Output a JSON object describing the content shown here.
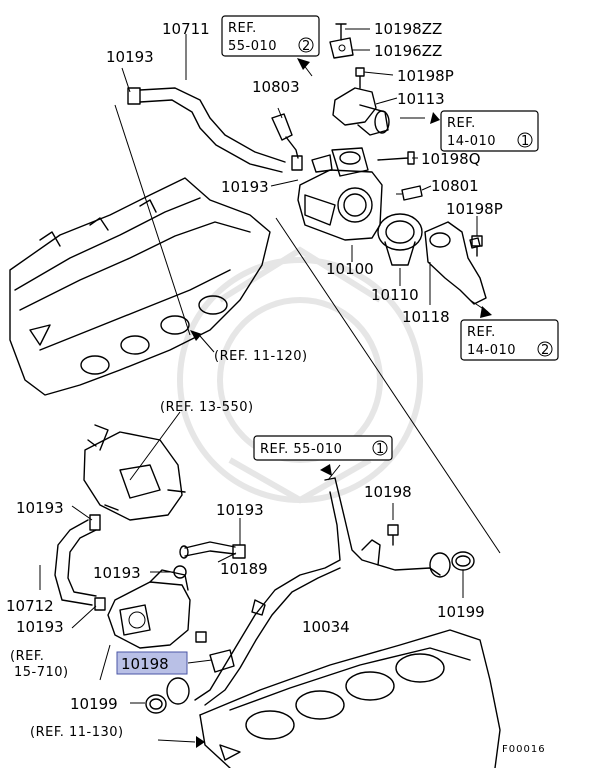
{
  "diagram_code": "F00016",
  "highlight_color": "#b9c0e6",
  "refs": [
    {
      "id": "ref_55_010_2",
      "line1": "REF.",
      "line2": "55-010",
      "circle": "2"
    },
    {
      "id": "ref_14_010_1",
      "line1": "REF.",
      "line2": "14-010",
      "circle": "1"
    },
    {
      "id": "ref_14_010_2",
      "line1": "REF.",
      "line2": "14-010",
      "circle": "2"
    },
    {
      "id": "ref_55_010_1",
      "line1": "REF. 55-010",
      "circle": "1"
    }
  ],
  "plain_refs": {
    "ref_11_120": "(REF. 11-120)",
    "ref_13_550": "(REF. 13-550)",
    "ref_15_710_a": "(REF.",
    "ref_15_710_b": "15-710)",
    "ref_11_130": "(REF. 11-130)"
  },
  "labels": {
    "p10711": "10711",
    "p10193_top": "10193",
    "p10803": "10803",
    "p10193_mid": "10193",
    "p10198ZZ": "10198ZZ",
    "p10196ZZ": "10196ZZ",
    "p10198P_top": "10198P",
    "p10113": "10113",
    "p10198Q": "10198Q",
    "p10801": "10801",
    "p10198P_mid": "10198P",
    "p10100": "10100",
    "p10110": "10110",
    "p10118": "10118",
    "p10193_left": "10193",
    "p10193_hose": "10193",
    "p10198_right": "10198",
    "p10193_clamp": "10193",
    "p10189": "10189",
    "p10712": "10712",
    "p10193_low": "10193",
    "p10034": "10034",
    "p10199_right": "10199",
    "p10198_highlight": "10198",
    "p10199_low": "10199"
  }
}
